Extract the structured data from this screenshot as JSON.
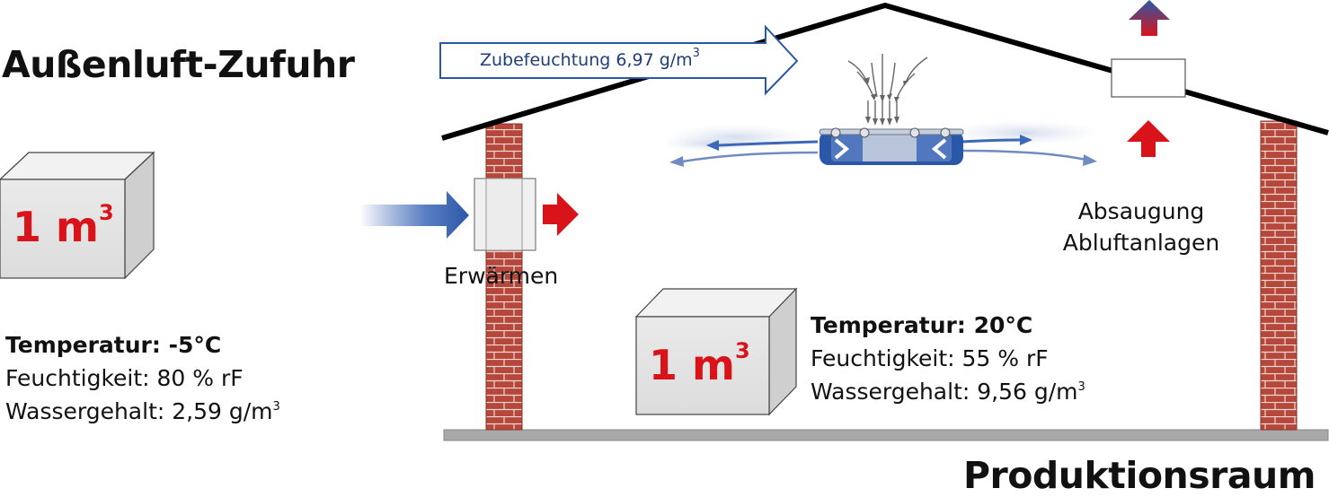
{
  "outside": {
    "title": "Außenluft-Zufuhr",
    "cube_value": "1 m",
    "cube_exp": "3",
    "temp_label": "Temperatur: -5°C",
    "humidity": "Feuchtigkeit: 80 % rF",
    "water_content": "Wassergehalt: 2,59 g/m",
    "water_exp": "3"
  },
  "room": {
    "title": "Produktionsraum",
    "cube_value": "1 m",
    "cube_exp": "3",
    "temp_label": "Temperatur: 20°C",
    "humidity": "Feuchtigkeit: 55 % rF",
    "water_content": "Wassergehalt: 9,56 g/m",
    "water_exp": "3"
  },
  "humidify_arrow": {
    "text": "Zubefeuchtung  6,97  g/m",
    "exp": "3"
  },
  "heating_label": "Erwärmen",
  "exhaust": {
    "line1": "Absaugung",
    "line2": "Abluftanlagen"
  },
  "colors": {
    "red": "#d8141a",
    "blue": "#2b57a8",
    "brick": "#b5473b",
    "roof": "#000000",
    "floor": "#a8a8a8"
  }
}
